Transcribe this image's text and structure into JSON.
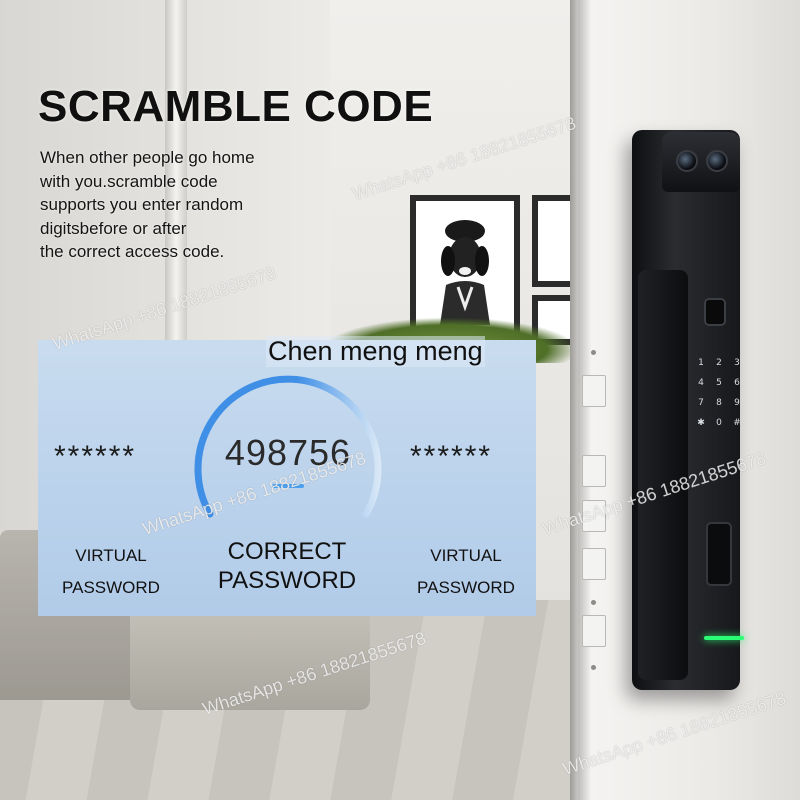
{
  "heading": {
    "title": "SCRAMBLE CODE",
    "description_lines": [
      "When other people go home",
      "with you.scramble code",
      "supports you enter random",
      "digitsbefore or after",
      "the correct access code."
    ]
  },
  "code_panel": {
    "author_label": "Chen meng meng",
    "left_masked": "******",
    "correct_code": "498756",
    "right_masked": "******",
    "left_label_lines": [
      "VIRTUAL",
      "PASSWORD"
    ],
    "center_label_lines": [
      "CORRECT",
      "PASSWORD"
    ],
    "right_label_lines": [
      "VIRTUAL",
      "PASSWORD"
    ],
    "accent_color": "#3f8fe6"
  },
  "lock": {
    "keypad_keys": [
      "1",
      "2",
      "3",
      "4",
      "5",
      "6",
      "7",
      "8",
      "9",
      "✱",
      "0",
      "#"
    ],
    "indicator_color": "#2bff76"
  },
  "watermark": {
    "text": "WhatsApp +86 18821855678"
  }
}
